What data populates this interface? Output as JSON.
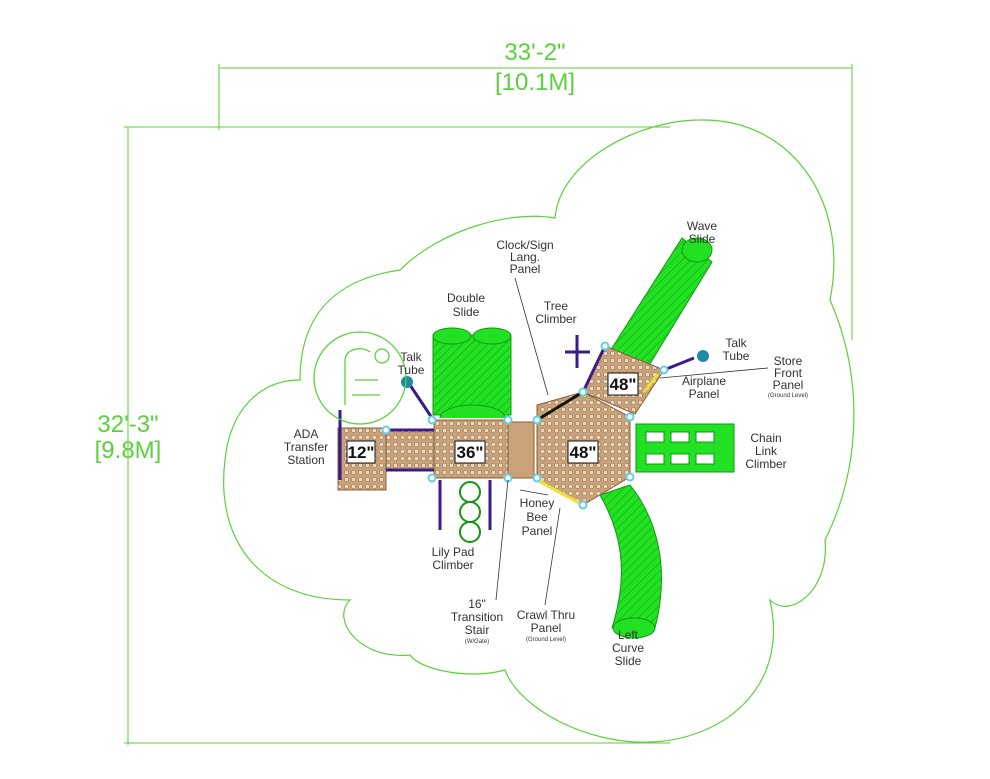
{
  "dimensions": {
    "width_ft": "33'-2\"",
    "width_m": "[10.1M]",
    "depth_ft": "32'-3\"",
    "depth_m": "[9.8M]"
  },
  "decks": {
    "d12": "12\"",
    "d36": "36\"",
    "d48_main": "48\"",
    "d48_upper": "48\""
  },
  "labels": {
    "wave_slide": [
      "Wave",
      "Slide"
    ],
    "clock_sign": [
      "Clock/Sign",
      "Lang.",
      "Panel"
    ],
    "double_slide": [
      "Double",
      "Slide"
    ],
    "tree_climber": [
      "Tree",
      "Climber"
    ],
    "talk_tube_left": [
      "Talk",
      "Tube"
    ],
    "talk_tube_right": [
      "Talk",
      "Tube"
    ],
    "store_front": [
      "Store",
      "Front",
      "Panel"
    ],
    "store_front_note": "(Ground Level)",
    "airplane_panel": [
      "Airplane",
      "Panel"
    ],
    "ada_transfer": [
      "ADA",
      "Transfer",
      "Station"
    ],
    "chain_link": [
      "Chain",
      "Link",
      "Climber"
    ],
    "honey_bee": [
      "Honey",
      "Bee",
      "Panel"
    ],
    "lily_pad": [
      "Lily Pad",
      "Climber"
    ],
    "transition_stair": [
      "16\"",
      "Transition",
      "Stair"
    ],
    "transition_note": "(W/Gate)",
    "crawl_thru": [
      "Crawl Thru",
      "Panel"
    ],
    "crawl_note": "(Ground Level)",
    "left_curve": [
      "Left",
      "Curve",
      "Slide"
    ]
  },
  "colors": {
    "dimension_green": "#5ad13a",
    "slide_green": "#22e022",
    "deck_brown": "#c9a27a",
    "post_blue": "#5fd0e6",
    "rail_purple": "#3b1a8a",
    "panel_yellow": "#f0e030"
  }
}
